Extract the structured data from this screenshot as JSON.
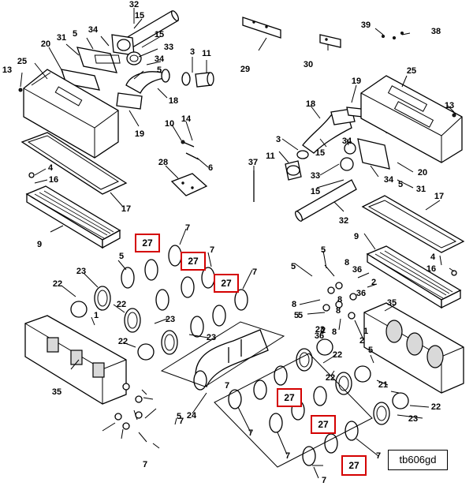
{
  "figure_id": "tb606gd",
  "callouts": [
    {
      "id": "c32a",
      "text": "32"
    },
    {
      "id": "c15a",
      "text": "15"
    },
    {
      "id": "c34a",
      "text": "34"
    },
    {
      "id": "c5a",
      "text": "5"
    },
    {
      "id": "c15b",
      "text": "15"
    },
    {
      "id": "c31a",
      "text": "31"
    },
    {
      "id": "c33a",
      "text": "33"
    },
    {
      "id": "c20a",
      "text": "20"
    },
    {
      "id": "c34b",
      "text": "34"
    },
    {
      "id": "c5b",
      "text": "5"
    },
    {
      "id": "c3a",
      "text": "3"
    },
    {
      "id": "c11a",
      "text": "11"
    },
    {
      "id": "c25a",
      "text": "25"
    },
    {
      "id": "c13a",
      "text": "13"
    },
    {
      "id": "c18a",
      "text": "18"
    },
    {
      "id": "c19a",
      "text": "19"
    },
    {
      "id": "c10",
      "text": "10"
    },
    {
      "id": "c14",
      "text": "14"
    },
    {
      "id": "c6",
      "text": "6"
    },
    {
      "id": "c28",
      "text": "28"
    },
    {
      "id": "c4a",
      "text": "4"
    },
    {
      "id": "c16a",
      "text": "16"
    },
    {
      "id": "c17a",
      "text": "17"
    },
    {
      "id": "c9a",
      "text": "9"
    },
    {
      "id": "c29",
      "text": "29"
    },
    {
      "id": "c30",
      "text": "30"
    },
    {
      "id": "c39",
      "text": "39"
    },
    {
      "id": "c38",
      "text": "38"
    },
    {
      "id": "c19b",
      "text": "19"
    },
    {
      "id": "c25b",
      "text": "25"
    },
    {
      "id": "c18b",
      "text": "18"
    },
    {
      "id": "c13b",
      "text": "13"
    },
    {
      "id": "c3b",
      "text": "3"
    },
    {
      "id": "c15c",
      "text": "15"
    },
    {
      "id": "c34c",
      "text": "34"
    },
    {
      "id": "c11b",
      "text": "11"
    },
    {
      "id": "c33b",
      "text": "33"
    },
    {
      "id": "c34d",
      "text": "34"
    },
    {
      "id": "c5c",
      "text": "5"
    },
    {
      "id": "c20b",
      "text": "20"
    },
    {
      "id": "c37",
      "text": "37"
    },
    {
      "id": "c15d",
      "text": "15"
    },
    {
      "id": "c31b",
      "text": "31"
    },
    {
      "id": "c32b",
      "text": "32"
    },
    {
      "id": "c17b",
      "text": "17"
    },
    {
      "id": "c9b",
      "text": "9"
    },
    {
      "id": "c4b",
      "text": "4"
    },
    {
      "id": "c16b",
      "text": "16"
    },
    {
      "id": "c7a",
      "text": "7"
    },
    {
      "id": "c5d",
      "text": "5"
    },
    {
      "id": "c7b",
      "text": "7"
    },
    {
      "id": "c23a",
      "text": "23"
    },
    {
      "id": "c7c",
      "text": "7"
    },
    {
      "id": "c22a",
      "text": "22"
    },
    {
      "id": "c22b",
      "text": "22"
    },
    {
      "id": "c1a",
      "text": "1"
    },
    {
      "id": "c23b",
      "text": "23"
    },
    {
      "id": "c22c",
      "text": "22"
    },
    {
      "id": "c23c",
      "text": "23"
    },
    {
      "id": "c35a",
      "text": "35"
    },
    {
      "id": "c5e",
      "text": "5"
    },
    {
      "id": "c8a",
      "text": "8"
    },
    {
      "id": "c36a",
      "text": "36"
    },
    {
      "id": "c2a",
      "text": "2"
    },
    {
      "id": "c5f",
      "text": "5"
    },
    {
      "id": "c8b",
      "text": "8"
    },
    {
      "id": "c36b",
      "text": "36"
    },
    {
      "id": "c8c",
      "text": "8"
    },
    {
      "id": "c2b",
      "text": "2"
    },
    {
      "id": "c24",
      "text": "24"
    },
    {
      "id": "c5g",
      "text": "5"
    },
    {
      "id": "c8d",
      "text": "8"
    },
    {
      "id": "c36c",
      "text": "36"
    },
    {
      "id": "c2c",
      "text": "2"
    },
    {
      "id": "c8e",
      "text": "8"
    },
    {
      "id": "c5h",
      "text": "5"
    },
    {
      "id": "c35b",
      "text": "35"
    },
    {
      "id": "c1b",
      "text": "1"
    },
    {
      "id": "c23d",
      "text": "23"
    },
    {
      "id": "c22d",
      "text": "22"
    },
    {
      "id": "c5i",
      "text": "5"
    },
    {
      "id": "c22e",
      "text": "22"
    },
    {
      "id": "c21",
      "text": "21"
    },
    {
      "id": "c22f",
      "text": "22"
    },
    {
      "id": "c23e",
      "text": "23"
    },
    {
      "id": "c7d",
      "text": "7"
    },
    {
      "id": "c7e",
      "text": "7"
    },
    {
      "id": "c7f",
      "text": "7"
    },
    {
      "id": "c7g",
      "text": "7"
    },
    {
      "id": "c7h",
      "text": "7"
    },
    {
      "id": "c7i",
      "text": "7"
    },
    {
      "id": "c7j",
      "text": "7"
    },
    {
      "id": "c5j",
      "text": "5"
    }
  ],
  "highlighted_callouts": [
    {
      "id": "h1",
      "text": "27"
    },
    {
      "id": "h2",
      "text": "27"
    },
    {
      "id": "h3",
      "text": "27"
    },
    {
      "id": "h4",
      "text": "27"
    },
    {
      "id": "h5",
      "text": "27"
    },
    {
      "id": "h6",
      "text": "27"
    }
  ],
  "highlight_color": "#d40000"
}
